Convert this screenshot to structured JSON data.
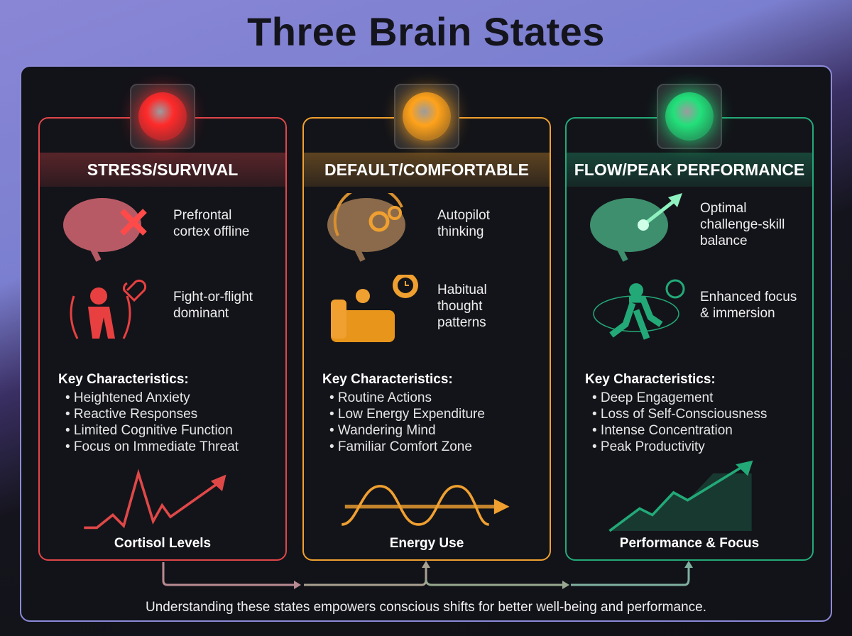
{
  "title": "Three Brain States",
  "states": [
    {
      "name": "STRESS/SURVIVAL",
      "color": "#e0464a",
      "light": "#ff2a2a",
      "traits": [
        {
          "icon": "brain-x-icon",
          "text": [
            "Prefrontal",
            "cortex offline"
          ]
        },
        {
          "icon": "stressed-person-heartbeat-icon",
          "text": [
            "Fight-or-flight",
            "dominant"
          ]
        }
      ],
      "key_heading": "Key Characteristics:",
      "bullets": [
        "• Heightened Anxiety",
        "• Reactive Responses",
        "• Limited Cognitive Function",
        "• Focus on Immediate Threat"
      ],
      "chart_label": "Cortisol Levels"
    },
    {
      "name": "DEFAULT/COMFORTABLE",
      "color": "#f0a030",
      "light": "#ffa21a",
      "traits": [
        {
          "icon": "brain-gears-icon",
          "text": [
            "Autopilot",
            "thinking"
          ]
        },
        {
          "icon": "person-armchair-clock-icon",
          "text": [
            "Habitual",
            "thought",
            "patterns"
          ]
        }
      ],
      "key_heading": "Key Characteristics:",
      "bullets": [
        "• Routine Actions",
        "• Low Energy Expenditure",
        "• Wandering Mind",
        "• Familiar Comfort Zone"
      ],
      "chart_label": "Energy Use"
    },
    {
      "name": "FLOW/PEAK PERFORMANCE",
      "color": "#23a978",
      "light": "#22e07a",
      "traits": [
        {
          "icon": "brain-arrow-icon",
          "text": [
            "Optimal",
            "challenge-skill",
            "balance"
          ]
        },
        {
          "icon": "running-person-target-icon",
          "text": [
            "Enhanced focus",
            "& immersion"
          ]
        }
      ],
      "key_heading": "Key Characteristics:",
      "bullets": [
        "• Deep Engagement",
        "• Loss of Self-Consciousness",
        "• Intense Concentration",
        "• Peak Productivity"
      ],
      "chart_label": "Performance & Focus"
    }
  ],
  "footer": "Understanding these states empowers conscious shifts for better well-being and performance."
}
